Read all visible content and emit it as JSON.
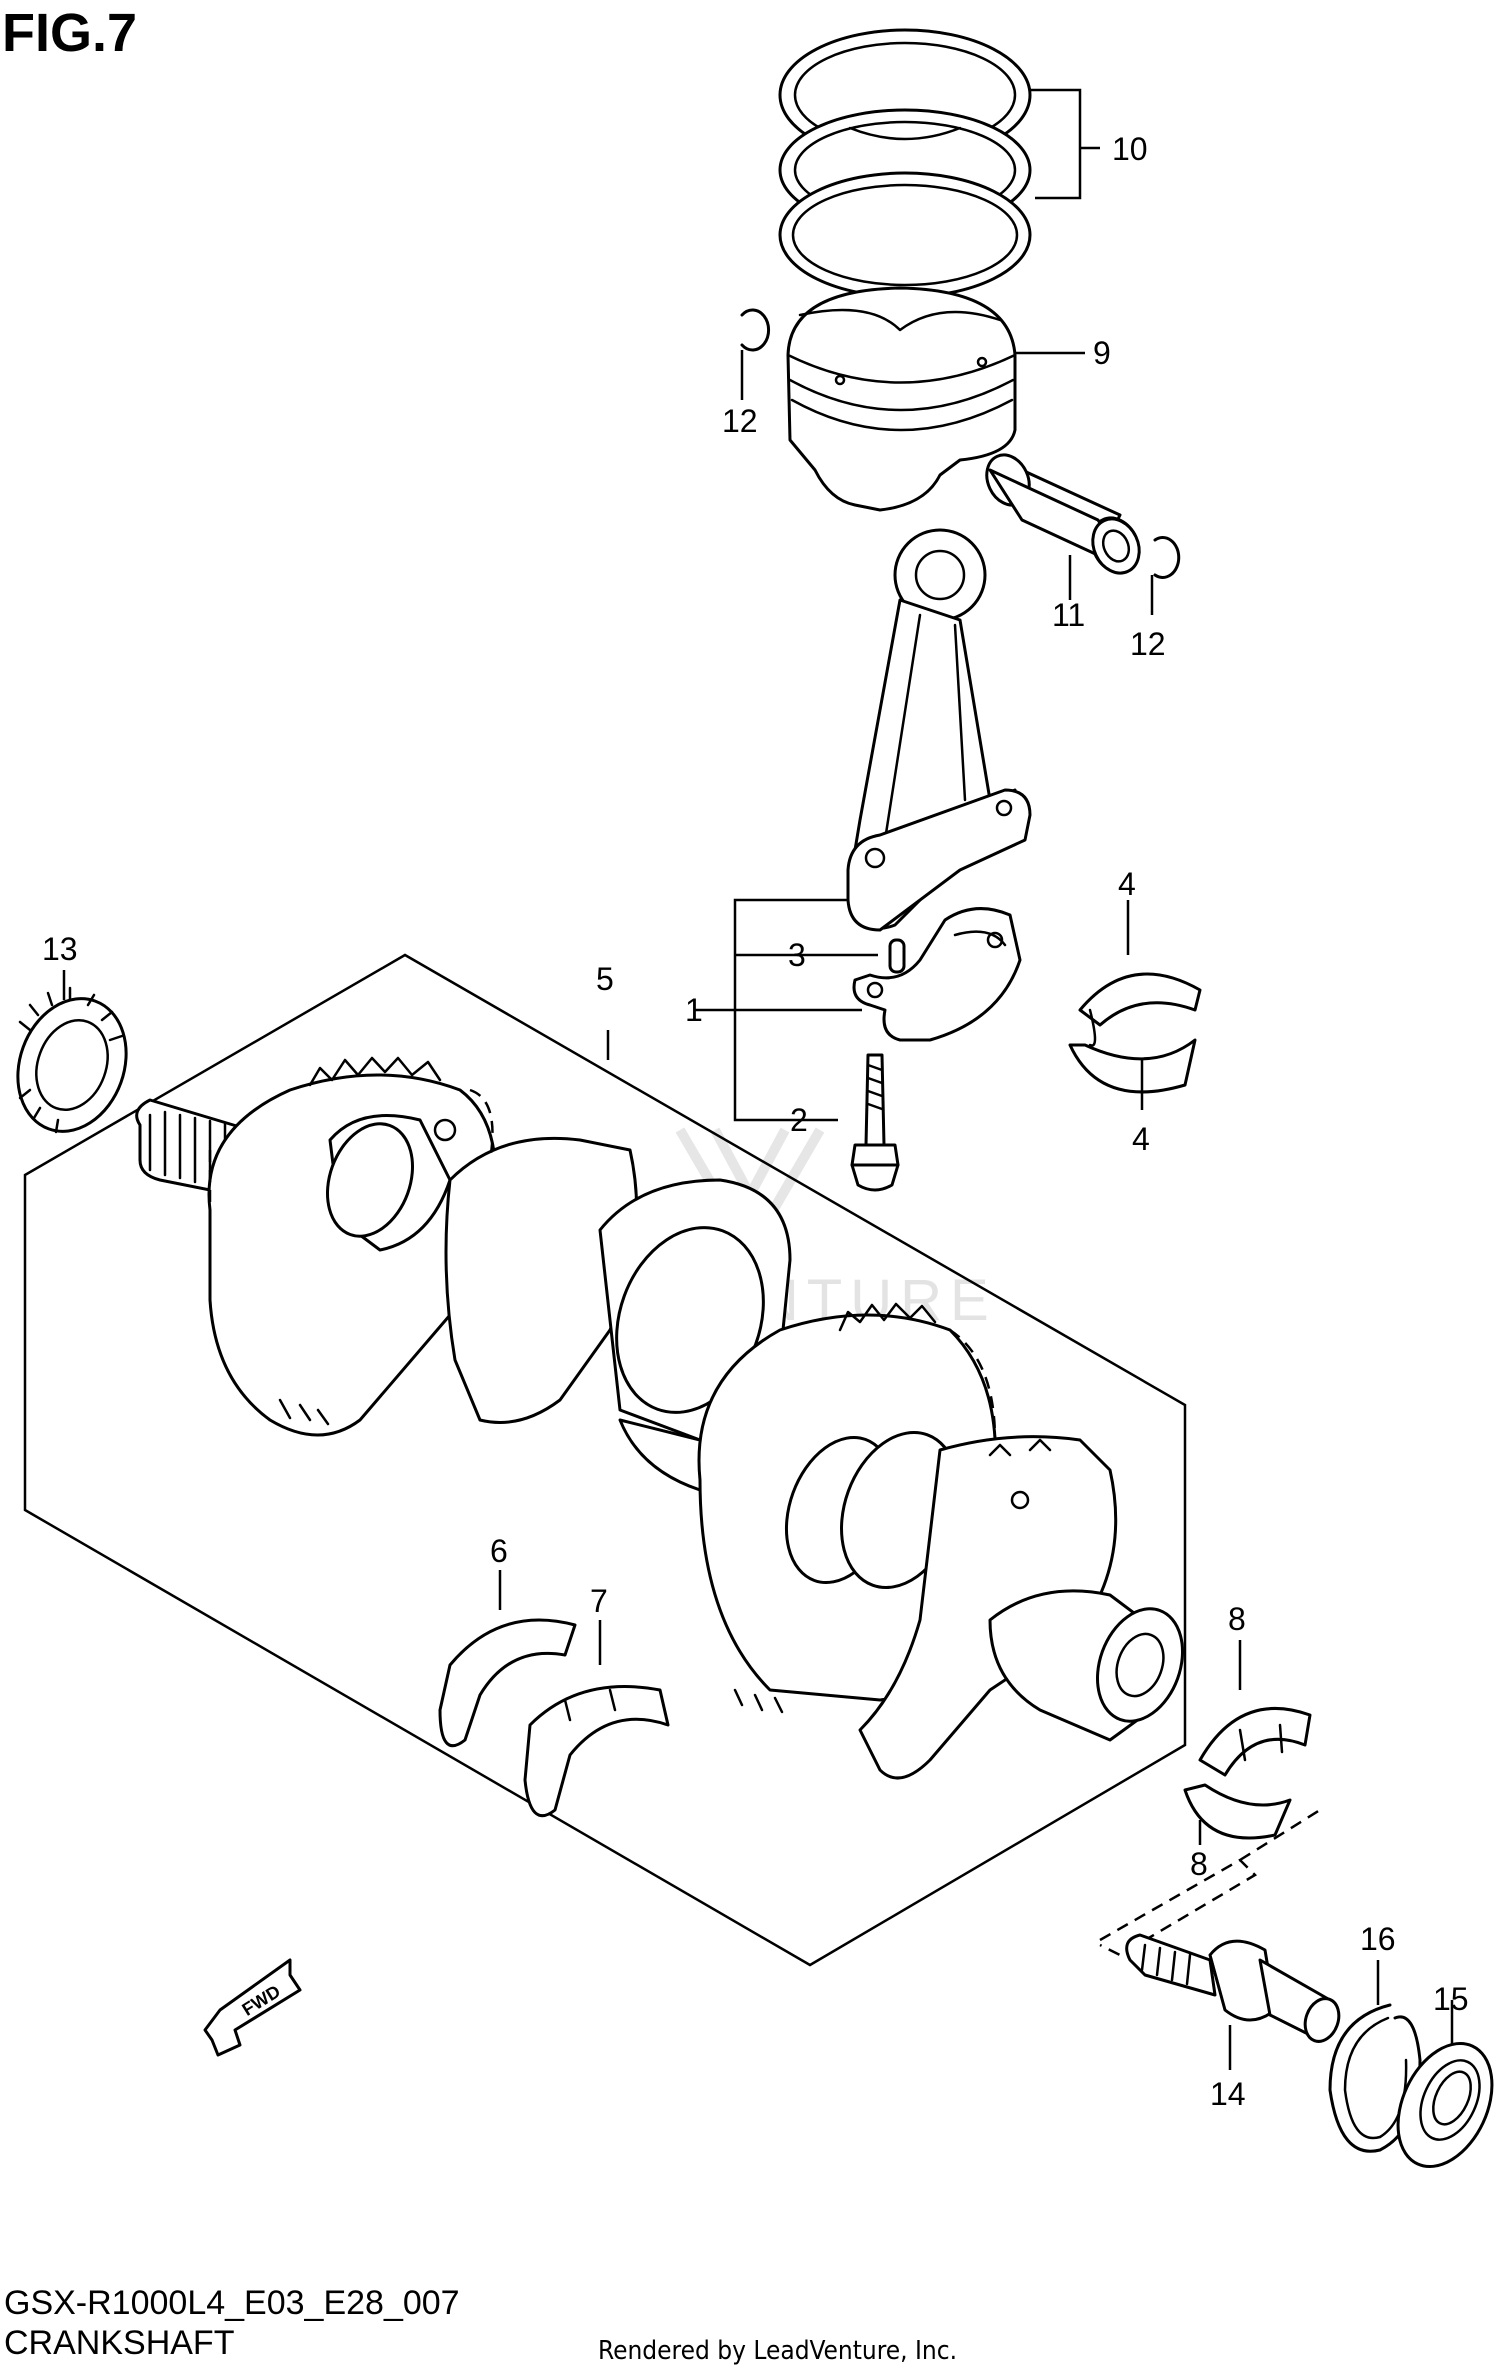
{
  "figure": {
    "title": "FIG.7",
    "model_code": "GSX-R1000L4_E03_E28_007",
    "section_name": "CRANKSHAFT",
    "credit": "Rendered by LeadVenture, Inc.",
    "watermark": "LEADVENTURE",
    "direction_arrow": "FWD"
  },
  "callouts": {
    "c1": "1",
    "c2": "2",
    "c3": "3",
    "c4a": "4",
    "c4b": "4",
    "c5": "5",
    "c6": "6",
    "c7": "7",
    "c8a": "8",
    "c8b": "8",
    "c9": "9",
    "c10": "10",
    "c11": "11",
    "c12a": "12",
    "c12b": "12",
    "c13": "13",
    "c14": "14",
    "c15": "15",
    "c16": "16"
  },
  "icons": {
    "direction": "arrow-fwd-icon"
  }
}
